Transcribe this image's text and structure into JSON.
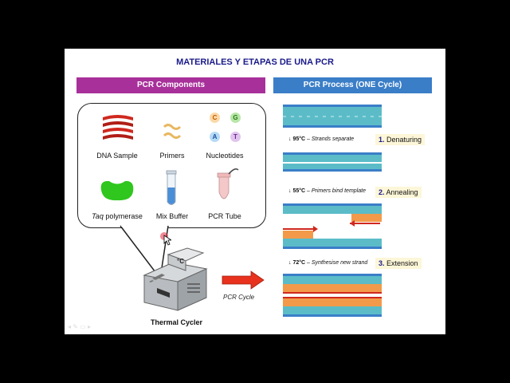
{
  "slide": {
    "title": "MATERIALES Y ETAPAS DE UNA PCR",
    "left_header": "PCR Components",
    "right_header": "PCR Process  (ONE Cycle)"
  },
  "components": {
    "dna": "DNA Sample",
    "primers": "Primers",
    "nucleotides": "Nucleotides",
    "taq_italic": "Taq",
    "taq_rest": " polymerase",
    "buffer": "Mix Buffer",
    "tube": "PCR Tube"
  },
  "nucleotide_letters": {
    "c": "C",
    "g": "G",
    "a": "A",
    "t": "T"
  },
  "cycler": {
    "label": "Thermal Cycler",
    "display": "°C"
  },
  "arrow_label": "PCR Cycle",
  "process": {
    "step1_temp": "95°C",
    "step1_desc": " – Strands separate",
    "step1_num": "1.",
    "step1_name": " Denaturing",
    "step2_temp": "55°C",
    "step2_desc": " – Primers bind template",
    "step2_num": "2.",
    "step2_name": " Annealing",
    "step3_temp": "72°C",
    "step3_desc": " – Synthesise new strand",
    "step3_num": "3.",
    "step3_name": " Extension"
  },
  "colors": {
    "left_header": "#a8309a",
    "right_header": "#3a7ec8",
    "template_strand": "#5bbcc8",
    "strand_backbone": "#3a7ec8",
    "new_strand": "#f29a4a",
    "primer": "#d0281e",
    "cycle_arrow": "#e8321e",
    "step_box": "#fdf6d8"
  }
}
